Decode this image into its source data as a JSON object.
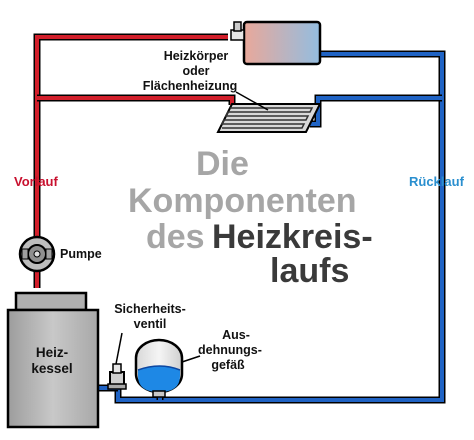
{
  "title": {
    "line1": "Die",
    "line2": "Komponenten",
    "line3_a": "des",
    "line3_b": "Heizkreis-",
    "line4": "laufs"
  },
  "labels": {
    "radiator": [
      "Heizkörper",
      "oder",
      "Flächenheizung"
    ],
    "supply": "Vorlauf",
    "return": "Rücklauf",
    "pump": "Pumpe",
    "boiler": [
      "Heiz-",
      "kessel"
    ],
    "safety_valve": [
      "Sicherheits-",
      "ventil"
    ],
    "expansion_vessel": [
      "Aus-",
      "dehnungs-",
      "gefäß"
    ]
  },
  "colors": {
    "supply_pipe": "#d21f2b",
    "return_pipe": "#1f63c4",
    "supply_text": "#c8102e",
    "return_text": "#2a8fcf",
    "title_gray": "#a6a6a6",
    "title_dark": "#3a3a3a",
    "boiler_body": "#b4b4b4",
    "water": "#1e88e5"
  },
  "icons": [
    "radiator-icon",
    "floor-heating-icon",
    "pump-icon",
    "boiler-icon",
    "safety-valve-icon",
    "expansion-vessel-icon"
  ]
}
